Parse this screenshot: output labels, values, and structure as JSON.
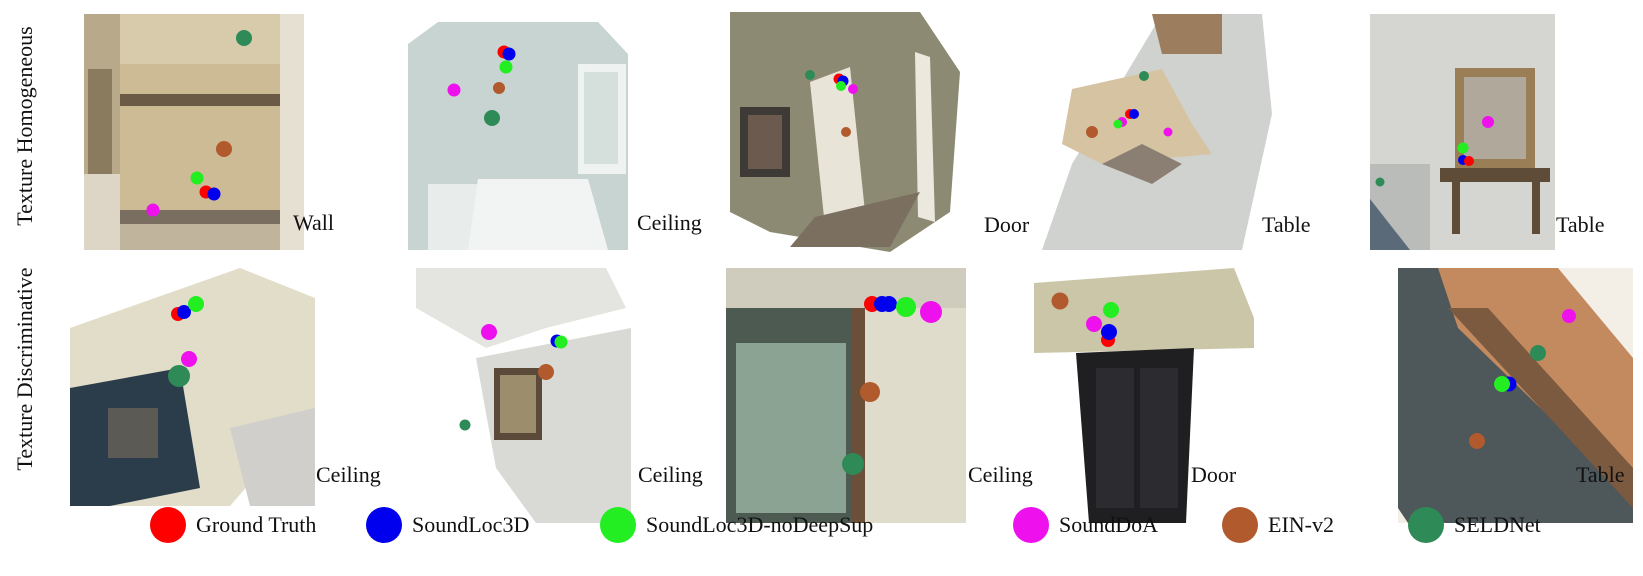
{
  "rows": [
    {
      "label": "Texture Homogeneous",
      "panels": [
        {
          "caption": "Wall"
        },
        {
          "caption": "Ceiling"
        },
        {
          "caption": "Door"
        },
        {
          "caption": "Table"
        },
        {
          "caption": "Table"
        }
      ]
    },
    {
      "label": "Texture Discriminative",
      "panels": [
        {
          "caption": "Ceiling"
        },
        {
          "caption": "Ceiling"
        },
        {
          "caption": "Ceiling"
        },
        {
          "caption": "Door"
        },
        {
          "caption": "Table"
        }
      ]
    }
  ],
  "legend": [
    {
      "label": "Ground Truth",
      "color": "#ff0000"
    },
    {
      "label": "SoundLoc3D",
      "color": "#0000ee"
    },
    {
      "label": "SoundLoc3D-noDeepSup",
      "color": "#22ee22"
    },
    {
      "label": "SoundDoA",
      "color": "#ee11ee"
    },
    {
      "label": "EIN-v2",
      "color": "#b05a2e"
    },
    {
      "label": "SELDNet",
      "color": "#2e8b57"
    }
  ]
}
